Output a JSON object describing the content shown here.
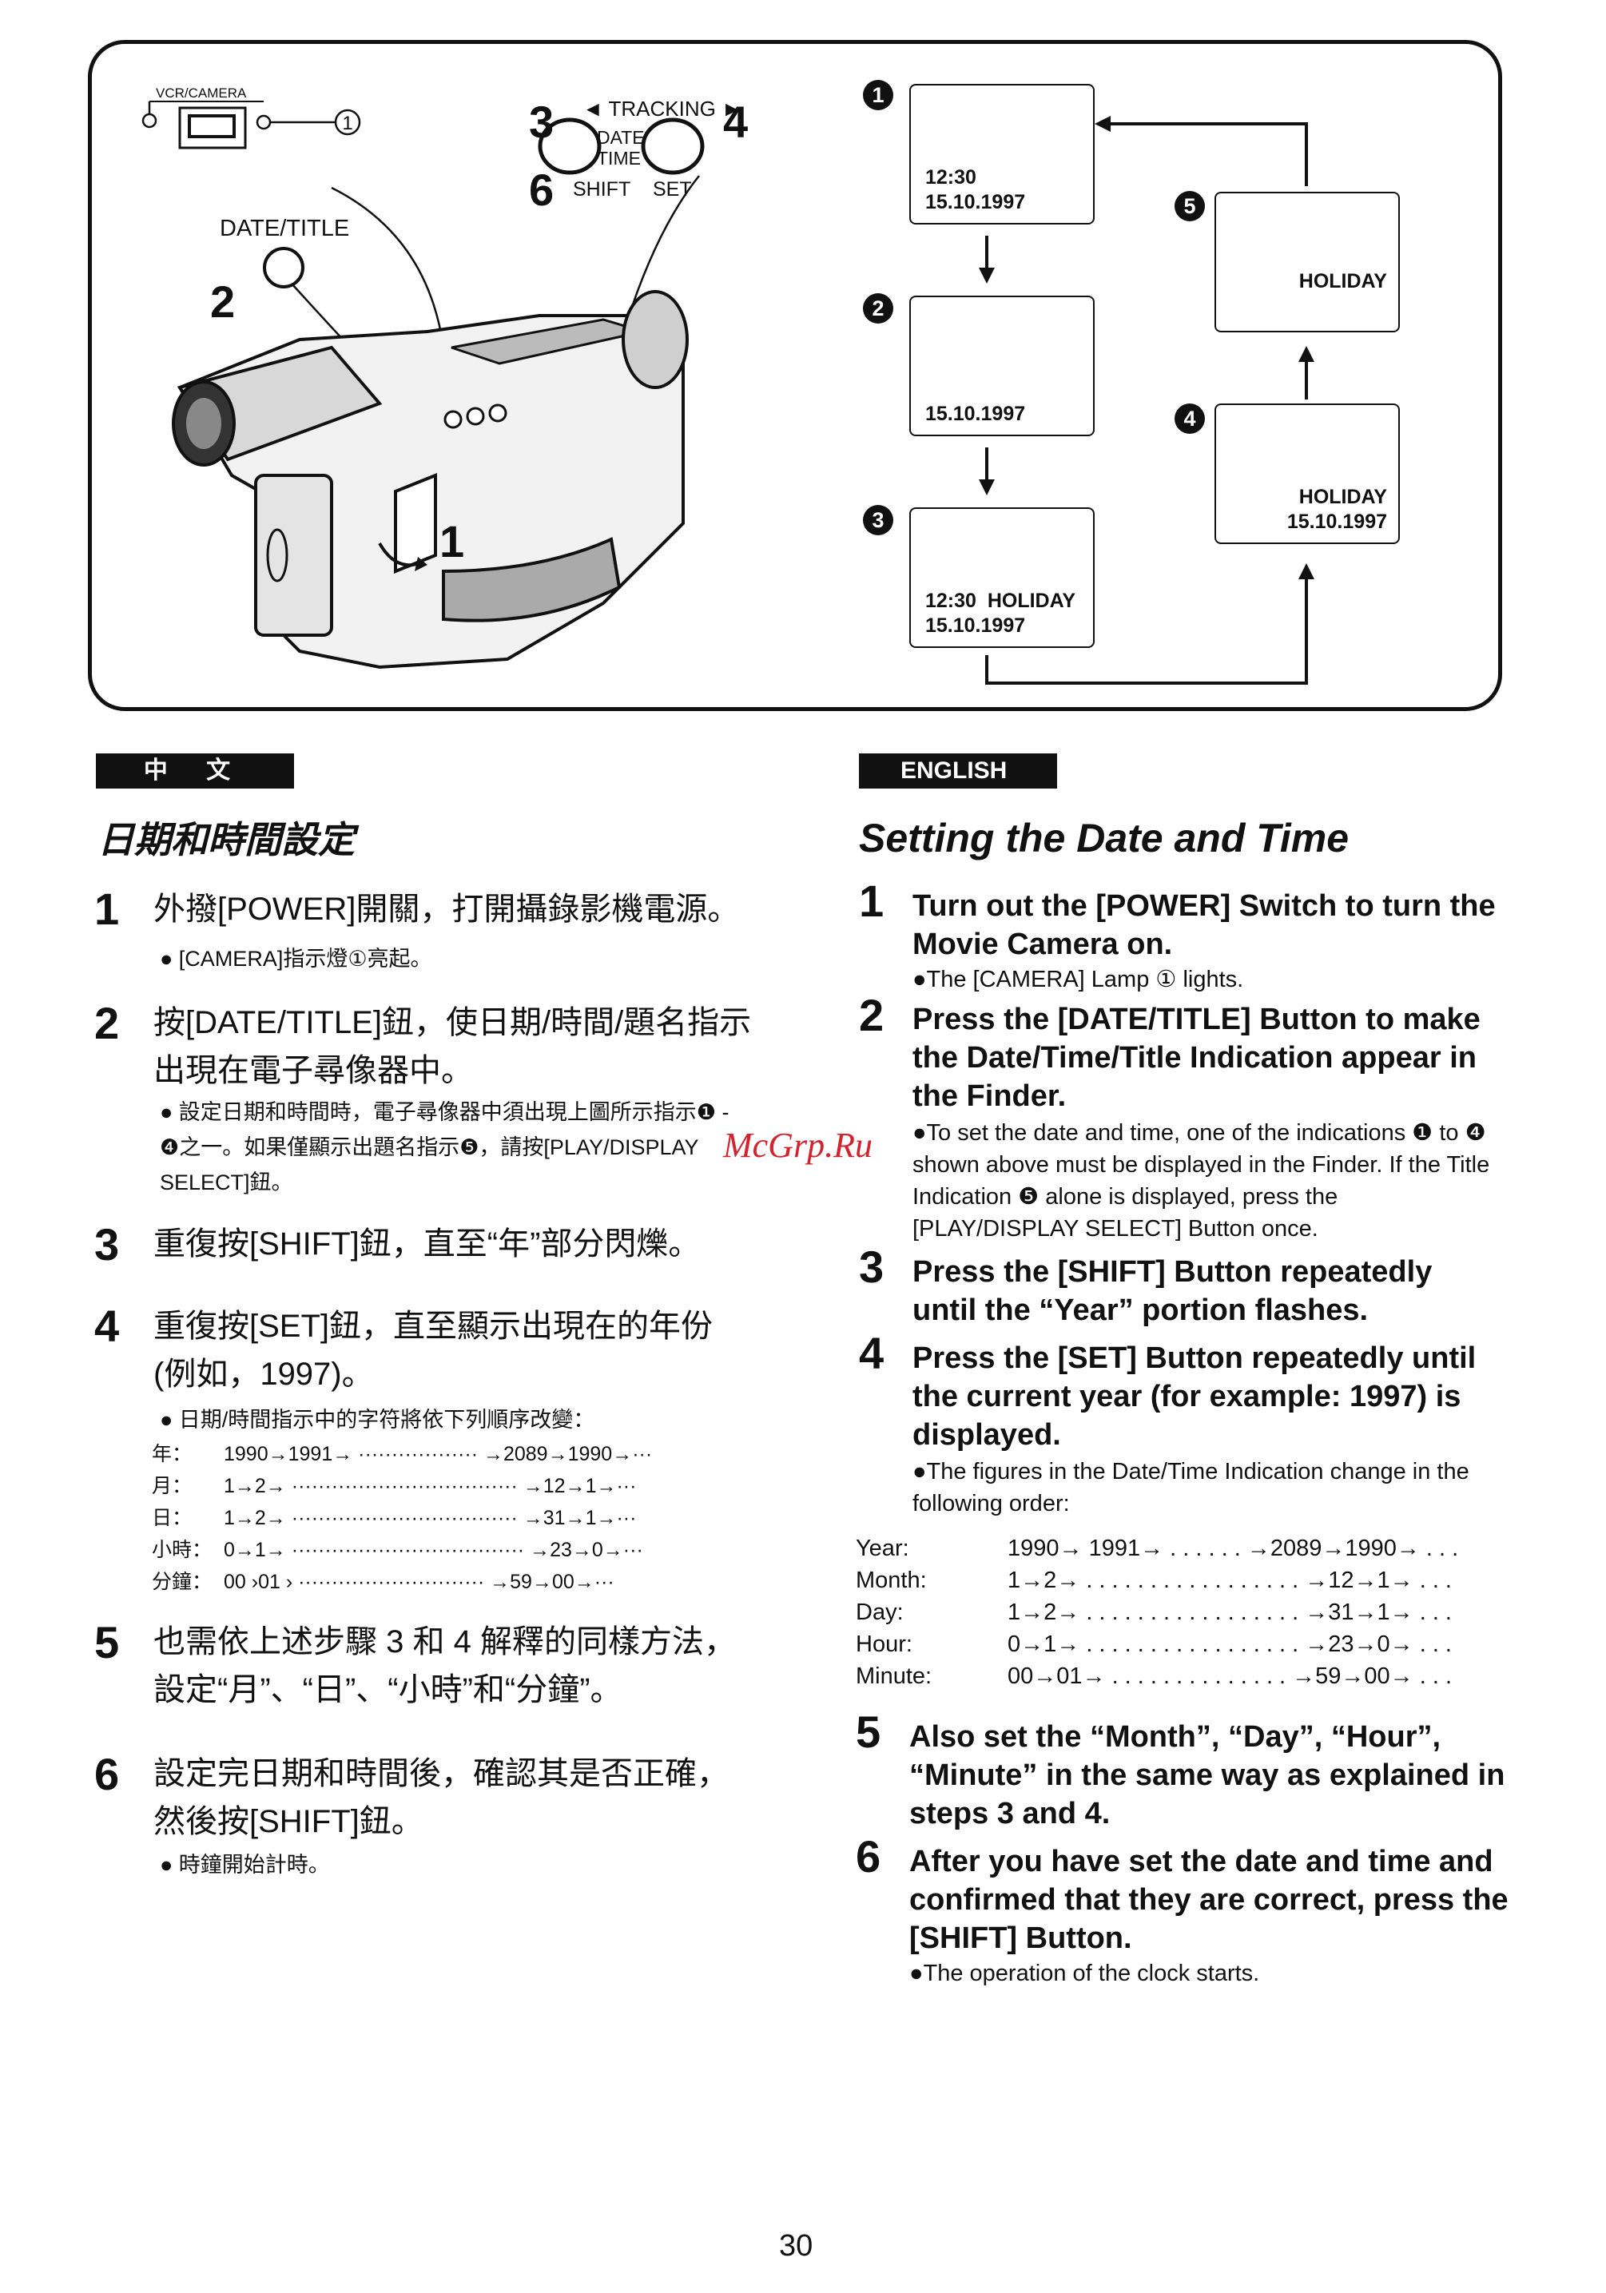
{
  "figure": {
    "camera_labels": {
      "vcr_camera": "VCR/CAMERA",
      "circled_one": "1",
      "tracking": "◄ TRACKING ►",
      "date_time": "DATE\nTIME",
      "shift": "SHIFT",
      "set": "SET",
      "date_title": "DATE/TITLE",
      "num3": "3",
      "num4": "4",
      "num6": "6",
      "num2": "2",
      "num1": "1"
    },
    "displays": [
      {
        "num": "1",
        "lines": "12:30\n15.10.1997"
      },
      {
        "num": "2",
        "lines": "15.10.1997"
      },
      {
        "num": "3",
        "lines": "12:30  HOLIDAY\n15.10.1997"
      },
      {
        "num": "4",
        "lines": "HOLIDAY\n15.10.1997"
      },
      {
        "num": "5",
        "lines": "HOLIDAY"
      }
    ]
  },
  "chinese": {
    "lang_label": "中 文",
    "heading": "日期和時間設定",
    "steps": [
      {
        "num": "1",
        "text": "外撥[POWER]開關，打開攝錄影機電源。",
        "notes": [
          "● [CAMERA]指示燈①亮起。"
        ]
      },
      {
        "num": "2",
        "text": "按[DATE/TITLE]鈕，使日期/時間/題名指示出現在電子尋像器中。",
        "notes": [
          "● 設定日期和時間時，電子尋像器中須出現上圖所示指示❶ - ❹之一。如果僅顯示出題名指示❺，請按[PLAY/DISPLAY SELECT]鈕。"
        ]
      },
      {
        "num": "3",
        "text": "重復按[SHIFT]鈕，直至“年”部分閃爍。",
        "notes": []
      },
      {
        "num": "4",
        "text": "重復按[SET]鈕，直至顯示出現在的年份(例如，1997)。",
        "notes": [
          "● 日期/時間指示中的字符將依下列順序改變："
        ]
      },
      {
        "num": "5",
        "text": "也需依上述步驟 3 和 4 解釋的同樣方法，設定“月”、“日”、“小時”和“分鐘”。",
        "notes": []
      },
      {
        "num": "6",
        "text": "設定完日期和時間後，確認其是否正確，然後按[SHIFT]鈕。",
        "notes": [
          "● 時鐘開始計時。"
        ]
      }
    ],
    "sequence": [
      {
        "label": "年：",
        "value": "1990→1991→ ·················· →2089→1990→···"
      },
      {
        "label": "月：",
        "value": "1→2→ ·································· →12→1→···"
      },
      {
        "label": "日：",
        "value": "1→2→ ·································· →31→1→···"
      },
      {
        "label": "小時：",
        "value": "0→1→ ··································· →23→0→···"
      },
      {
        "label": "分鐘：",
        "value": "00 ›01 › ···························· →59→00→···"
      }
    ]
  },
  "english": {
    "lang_label": "ENGLISH",
    "heading": "Setting the Date and Time",
    "steps": [
      {
        "num": "1",
        "text": "Turn out the [POWER] Switch to turn the Movie Camera on.",
        "notes": [
          "●The [CAMERA] Lamp ① lights."
        ]
      },
      {
        "num": "2",
        "text": "Press the [DATE/TITLE] Button to make the Date/Time/Title Indication appear in the Finder.",
        "notes": [
          "●To set the date and time, one of the indications ❶ to ❹ shown above must be displayed in the Finder. If the Title Indication ❺ alone is displayed, press the [PLAY/DISPLAY SELECT] Button once."
        ]
      },
      {
        "num": "3",
        "text": "Press the [SHIFT] Button repeatedly until the “Year” portion flashes.",
        "notes": []
      },
      {
        "num": "4",
        "text": "Press the [SET] Button repeatedly until the current year (for example: 1997) is displayed.",
        "notes": [
          "●The figures in the Date/Time Indication change in the following order:"
        ]
      },
      {
        "num": "5",
        "text": "Also set the “Month”, “Day”, “Hour”, “Minute” in the same way as explained in steps 3 and 4.",
        "notes": []
      },
      {
        "num": "6",
        "text": "After you have set the date and time and confirmed that they are correct, press the [SHIFT] Button.",
        "notes": [
          "●The operation of the clock starts."
        ]
      }
    ],
    "sequence": [
      {
        "label": "Year:",
        "value": "1990→ 1991→ . . . . . .  →2089→1990→ . . ."
      },
      {
        "label": "Month:",
        "value": "1→2→ . . . . . . . . . . . . . . . . .  →12→1→ . . ."
      },
      {
        "label": "Day:",
        "value": "1→2→ . . . . . . . . . . . . . . . . .  →31→1→ . . ."
      },
      {
        "label": "Hour:",
        "value": "0→1→ . . . . . . . . . . . . . . . . .  →23→0→ . . ."
      },
      {
        "label": "Minute:",
        "value": "00→01→ . . . . . . . . . . . . . .  →59→00→ . . ."
      }
    ]
  },
  "watermark": "McGrp.Ru",
  "page_number": "30"
}
